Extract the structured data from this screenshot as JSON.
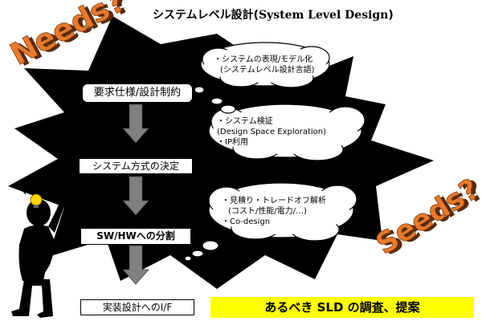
{
  "title": {
    "prefix": "システムレベル設計(",
    "latin": "System Level Design",
    "suffix": ")"
  },
  "decor": {
    "needs": "Needs?",
    "seeds": "Seeds?",
    "needs_color": "#e87a2c",
    "seeds_color": "#e87a2c",
    "burst_color": "#000000",
    "bulb_color": "#ffd500"
  },
  "flow": {
    "steps": [
      "要求仕様/設計制約",
      "システム方式の決定",
      "SW/HWへの分割",
      "実装設計へのI/F"
    ],
    "arrow_color": "#808080"
  },
  "clouds": [
    {
      "lines": [
        "・システムの表現/モデル化",
        "(システムレベル設計言語)"
      ]
    },
    {
      "lines": [
        "・システム検証",
        "(Design Space Exploration)",
        "・IP利用"
      ]
    },
    {
      "lines": [
        "・見積り・トレードオフ解析",
        "(コスト/性能/電力/…)",
        "・Co-design"
      ]
    }
  ],
  "banner": {
    "text": "あるべき SLD の調査、提案",
    "color": "#ffff00"
  }
}
